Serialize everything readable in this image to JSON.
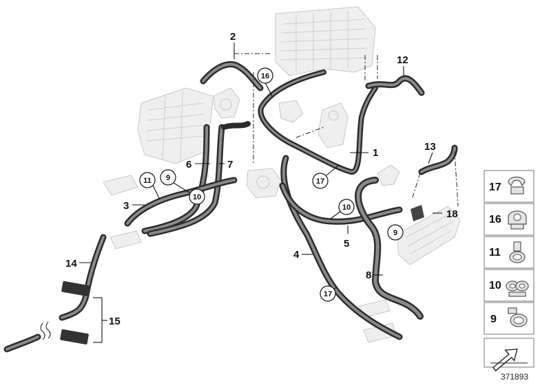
{
  "diagram": {
    "callouts": {
      "c1": "1",
      "c2": "2",
      "c3": "3",
      "c4": "4",
      "c5": "5",
      "c6": "6",
      "c7": "7",
      "c8": "8",
      "c12": "12",
      "c13": "13",
      "c14": "14",
      "c15": "15",
      "c18": "18"
    },
    "circled": {
      "c9a": "9",
      "c9b": "9",
      "c10a": "10",
      "c10b": "10",
      "c11": "11",
      "c16": "16",
      "c17a": "17",
      "c17b": "17"
    }
  },
  "legend": {
    "items": [
      {
        "label": "17",
        "icon": "clip-17-icon"
      },
      {
        "label": "16",
        "icon": "clip-16-icon"
      },
      {
        "label": "11",
        "icon": "clip-11-icon"
      },
      {
        "label": "10",
        "icon": "clip-10-icon"
      },
      {
        "label": "9",
        "icon": "clip-9-icon"
      }
    ],
    "arrow_icon": "orientation-arrow-icon"
  },
  "drawing_number": "371893"
}
